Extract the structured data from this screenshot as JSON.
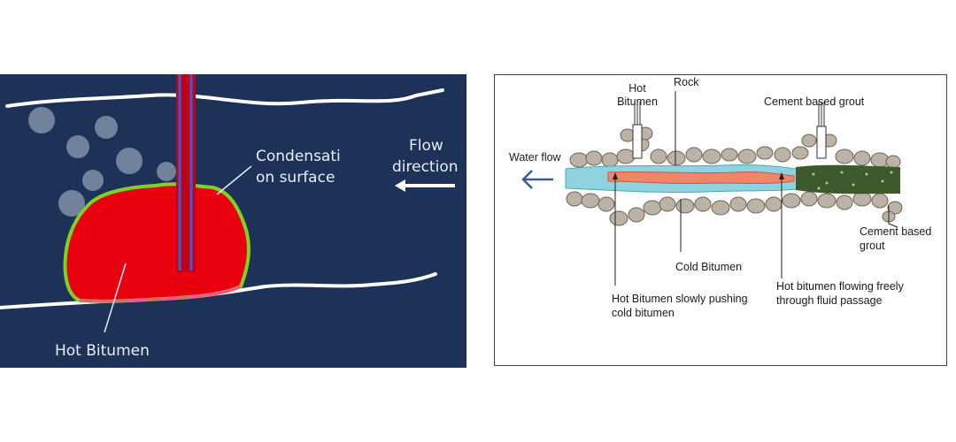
{
  "left_diagram": {
    "labels": {
      "condensation_line1": "Condensati",
      "condensation_line2": "on surface",
      "flow_line1": "Flow",
      "flow_line2": "direction",
      "hot_bitumen": "Hot Bitumen"
    },
    "colors": {
      "background": "#1e3159",
      "bitumen": "#e8000f",
      "condensation": "#7ed321",
      "pipe": "#3a5fd0"
    },
    "icons": [
      "flow-arrow-icon"
    ]
  },
  "right_diagram": {
    "labels": {
      "hot_bitumen_line1": "Hot",
      "hot_bitumen_line2": "Bitumen",
      "rock": "Rock",
      "cement_grout_top": "Cement based grout",
      "water_flow": "Water flow",
      "cement_grout_right_line1": "Cement based",
      "cement_grout_right_line2": "grout",
      "cold_bitumen": "Cold Bitumen",
      "hot_pushing_line1": "Hot Bitumen slowly pushing",
      "hot_pushing_line2": "cold bitumen",
      "hot_flowing_line1": "Hot bitumen flowing freely",
      "hot_flowing_line2": "through fluid passage"
    },
    "colors": {
      "water": "#8fd3e0",
      "hot_bitumen": "#f0856a",
      "grout": "#3e5a2c",
      "rock": "#bdb2a6"
    },
    "icons": [
      "water-flow-arrow-icon"
    ]
  }
}
